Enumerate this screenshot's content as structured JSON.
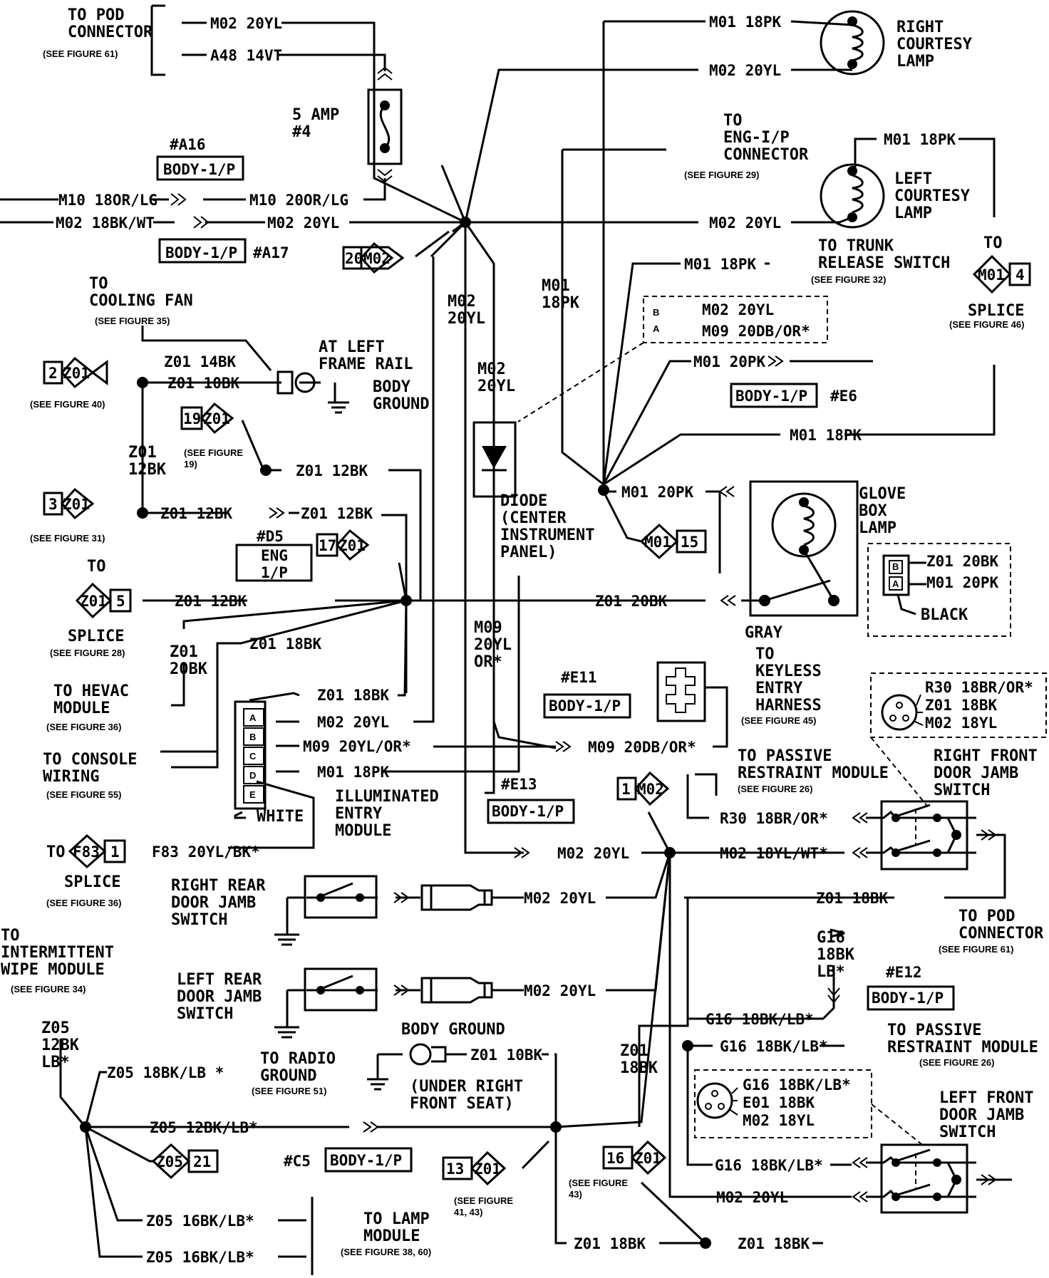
{
  "labels": {
    "to_pod_connector_top": "TO POD\nCONNECTOR",
    "see_fig61_top": "(SEE FIGURE 61)",
    "m02_20yl_top": "M02 20YL",
    "a48_14vt": "A48 14VT",
    "fuse_5amp": "5 AMP\n#4",
    "a16": "#A16",
    "body_1p": "BODY-1/P",
    "a17": "#A17",
    "m10_18or_lg": "M10 18OR/LG",
    "m10_20or_lg": "M10 20OR/LG",
    "m02_18bk_wt": "M02 18BK/WT",
    "m02_20yl": "M02 20YL",
    "m01_18pk": "M01 18PK",
    "m01_20pk": "M01 20PK",
    "right_courtesy_lamp": "RIGHT\nCOURTESY\nLAMP",
    "left_courtesy_lamp": "LEFT\nCOURTESY\nLAMP",
    "to_eng_ip": "TO\nENG-I/P\nCONNECTOR",
    "see_fig29": "(SEE FIGURE 29)",
    "to_trunk_release": "TO TRUNK\nRELEASE SWITCH",
    "see_fig32": "(SEE FIGURE 32)",
    "to_splice_right": "TO",
    "splice": "SPLICE",
    "see_fig46": "(SEE FIGURE 46)",
    "m09_20db_or": "M09 20DB/OR*",
    "e6": "#E6",
    "to_cooling_fan": "TO\nCOOLING FAN",
    "see_fig35": "(SEE FIGURE 35)",
    "z01_14bk": "Z01 14BK",
    "z01_10bk": "Z01 10BK",
    "z01_12bk": "Z01 12BK",
    "z01_18bk": "Z01 18BK",
    "z01_20bk": "Z01 20BK",
    "at_left_frame_rail": "AT LEFT\nFRAME RAIL",
    "body_ground": "BODY\nGROUND",
    "see_fig40": "(SEE FIGURE 40)",
    "see_fig19": "(SEE FIGURE\n19)",
    "see_fig31": "(SEE FIGURE 31)",
    "m02_20yl_vert": "M02\n20YL",
    "m01_18pk_vert": "M01\n18PK",
    "diode": "DIODE\n(CENTER\nINSTRUMENT\nPANEL)",
    "glove_box_lamp": "GLOVE\nBOX\nLAMP",
    "black": "BLACK",
    "gray": "GRAY",
    "d5": "#D5",
    "eng_1p": "ENG\n1/P",
    "to": "TO",
    "see_fig28": "(SEE FIGURE 28)",
    "z01_20bk_vert": "Z01\n20BK",
    "z01_12bk_vert": "Z01\n12BK",
    "to_hevac": "TO HEVAC\nMODULE",
    "see_fig36": "(SEE FIGURE 36)",
    "to_console": "TO CONSOLE\nWIRING",
    "see_fig55": "(SEE FIGURE 55)",
    "m09_20yl_or": "M09 20YL/OR*",
    "m09_vert": "M09\n20YL\nOR*",
    "e11": "#E11",
    "to_keyless": "TO\nKEYLESS\nENTRY\nHARNESS",
    "see_fig45": "(SEE FIGURE 45)",
    "r30_18br_or": "R30 18BR/OR*",
    "m02_18yl": "M02 18YL",
    "z01_18bk_pl": "Z01 18BK",
    "illum_entry": "ILLUMINATED\nENTRY\nMODULE",
    "white": "WHITE",
    "to_passive_top": "TO PASSIVE\nRESTRAINT MODULE",
    "see_fig26": "(SEE FIGURE 26)",
    "right_front_door": "RIGHT FRONT\nDOOR JAMB\nSWITCH",
    "e13": "#E13",
    "f83_20yl_bk": "F83 20YL/BK*",
    "m02_18yl_wt": "M02 18YL/WT*",
    "right_rear_door": "RIGHT REAR\nDOOR JAMB\nSWITCH",
    "left_rear_door": "LEFT REAR\nDOOR JAMB\nSWITCH",
    "to_pod_bottom": "TO POD\nCONNECTOR",
    "see_fig61_bottom": "(SEE FIGURE 61)",
    "g16_vert": "G16\n18BK\nLB*",
    "e12": "#E12",
    "to_intermittent": "TO\nINTERMITTENT\nWIPE MODULE",
    "see_fig34": "(SEE FIGURE 34)",
    "z05_12bk_lb_vert": "Z05\n12BK\nLB*",
    "z05_18bk_lb": "Z05 18BK/LB *",
    "to_radio_ground": "TO RADIO\nGROUND",
    "see_fig51": "(SEE FIGURE 51)",
    "body_ground_bottom": "BODY GROUND",
    "under_right_seat": "(UNDER RIGHT\nFRONT SEAT)",
    "z05_12bk_lb": "Z05 12BK/LB*",
    "c5": "#C5",
    "z01_18bk_vert": "Z01\n18BK",
    "g16_18bk_lb": "G16 18BK/LB*",
    "to_passive_bottom": "TO PASSIVE\nRESTRAINT MODULE",
    "e01_18bk": "E01 18BK",
    "left_front_door": "LEFT FRONT\nDOOR JAMB\nSWITCH",
    "see_fig41_43": "(SEE FIGURE\n41, 43)",
    "see_fig43": "(SEE FIGURE\n43)",
    "z05_16bk_lb": "Z05 16BK/LB*",
    "to_lamp_module": "TO LAMP\nMODULE",
    "see_fig38_60": "(SEE FIGURE 38, 60)"
  },
  "splice_tags": {
    "m02_20": {
      "num": "20",
      "code": "M02"
    },
    "z01_2": {
      "num": "2",
      "code": "Z01"
    },
    "z01_19": {
      "num": "19",
      "code": "Z01"
    },
    "z01_3": {
      "num": "3",
      "code": "Z01"
    },
    "z01_17": {
      "num": "17",
      "code": "Z01"
    },
    "z01_5": {
      "num": "5",
      "code": "Z01"
    },
    "m01_4": {
      "num": "4",
      "code": "M01"
    },
    "m01_15": {
      "num": "15",
      "code": "M01"
    },
    "m02_1": {
      "num": "1",
      "code": "M02"
    },
    "f83_1": {
      "num": "1",
      "code": "F83"
    },
    "z05_21": {
      "num": "21",
      "code": "Z05"
    },
    "z01_13": {
      "num": "13",
      "code": "Z01"
    },
    "z01_16": {
      "num": "16",
      "code": "Z01"
    }
  },
  "connector_pins": [
    "A",
    "B",
    "C",
    "D",
    "E"
  ],
  "glove_pins": [
    "B",
    "A"
  ]
}
